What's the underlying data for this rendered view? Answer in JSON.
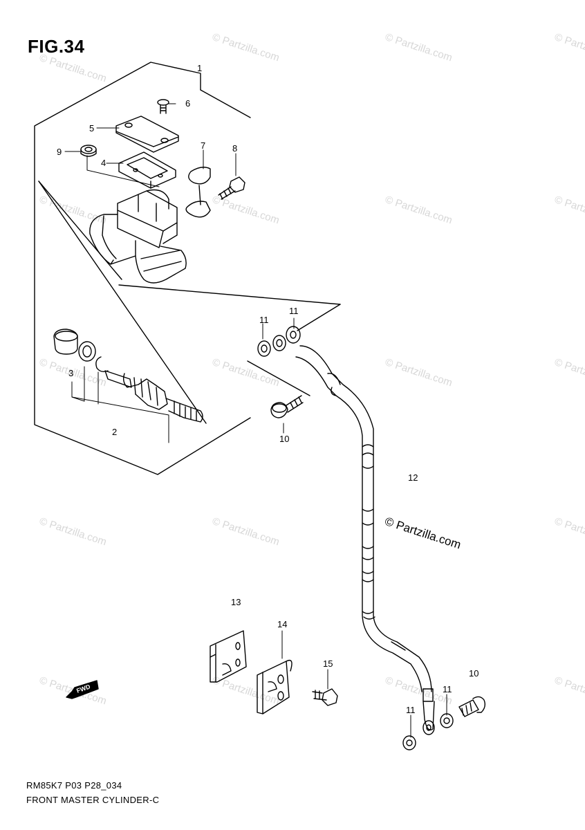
{
  "figure": {
    "title": "FIG.34"
  },
  "callouts": [
    "1",
    "2",
    "3",
    "4",
    "5",
    "6",
    "7",
    "8",
    "9",
    "10",
    "10",
    "11",
    "11",
    "11",
    "11",
    "12",
    "13",
    "14",
    "15"
  ],
  "direction_label": "FWD",
  "watermarks": {
    "main": "© Partzilla.com",
    "tile": "© Partzilla.com"
  },
  "footer": {
    "code": "RM85K7 P03 P28_034",
    "description": "FRONT MASTER CYLINDER-C"
  }
}
